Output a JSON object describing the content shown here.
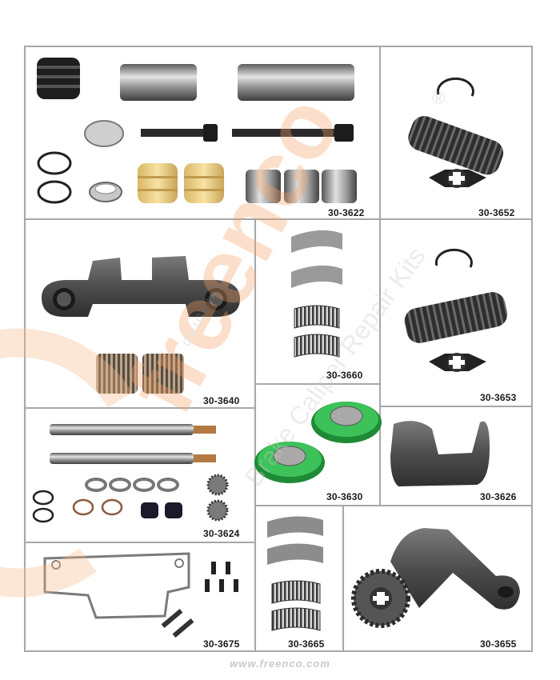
{
  "panels": [
    {
      "code": "30-3622"
    },
    {
      "code": "30-3652"
    },
    {
      "code": "30-3640"
    },
    {
      "code": "30-3660"
    },
    {
      "code": "30-3653"
    },
    {
      "code": "30-3630"
    },
    {
      "code": "30-3626"
    },
    {
      "code": "30-3624"
    },
    {
      "code": "30-3675"
    },
    {
      "code": "30-3665"
    },
    {
      "code": "30-3655"
    }
  ],
  "footer": {
    "website": "www.freenco.com"
  },
  "watermark": {
    "brand": "freenco",
    "tagline": "Brake Caliper Repair Kits",
    "small": "ORIGINAL",
    "registered": "®"
  },
  "colors": {
    "border": "#a7a7a7",
    "steel": "#8e8e8e",
    "dark": "#2b2b2b",
    "rubber_yellow": "#f2d58a",
    "seal_green": "#2fb24a",
    "watermark_orange": "#f6b98a"
  }
}
